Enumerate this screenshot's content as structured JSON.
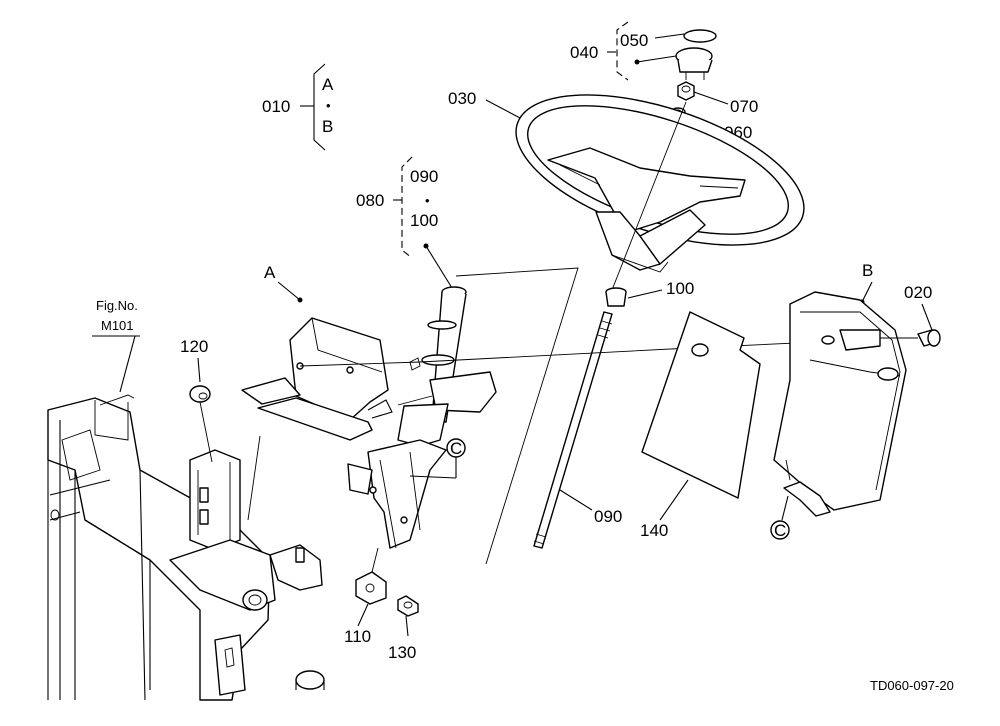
{
  "labels": {
    "p010": "010",
    "p010_a": "A",
    "p010_dot": "•",
    "p010_b": "B",
    "p020": "020",
    "p030": "030",
    "p040": "040",
    "p050": "050",
    "p060": "060",
    "p070": "070",
    "p080": "080",
    "p080_090": "090",
    "p080_dot": "•",
    "p080_100": "100",
    "p090": "090",
    "p100": "100",
    "p110": "110",
    "p120": "120",
    "p130": "130",
    "p140": "140",
    "ref_a": "A",
    "ref_b": "B",
    "ref_c1": "C",
    "ref_c2": "C",
    "fig_ref_line1": "Fig.No.",
    "fig_ref_line2": "M101",
    "drawing_code": "TD060-097-20"
  }
}
